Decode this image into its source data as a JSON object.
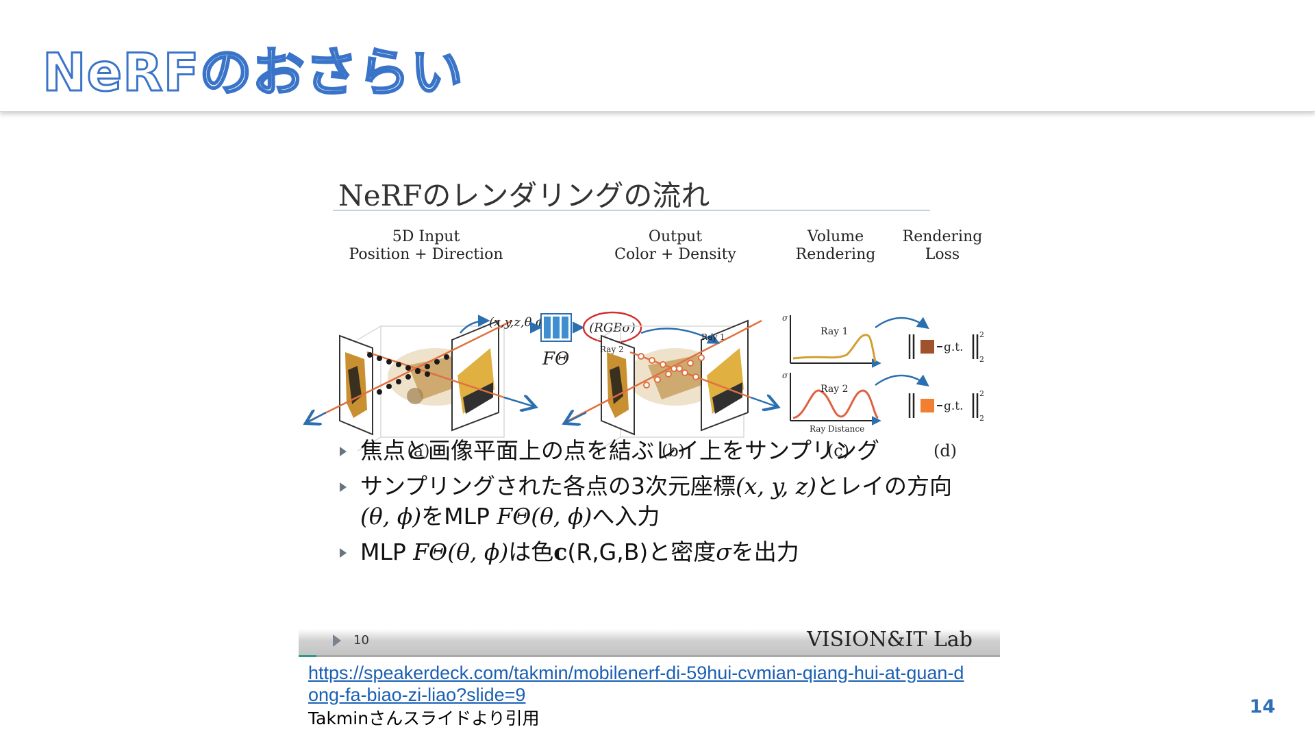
{
  "slide": {
    "title": "NeRFのおさらい",
    "page_number": "14"
  },
  "embedded_slide": {
    "title": "NeRFのレンダリングの流れ",
    "figure": {
      "col_a_title_1": "5D Input",
      "col_a_title_2": "Position + Direction",
      "col_b_title_1": "Output",
      "col_b_title_2": "Color + Density",
      "col_c_title_1": "Volume",
      "col_c_title_2": "Rendering",
      "col_d_title_1": "Rendering",
      "col_d_title_2": "Loss",
      "input_tuple": "(x,y,z,θ,ϕ)",
      "output_tuple": "(RGBσ)",
      "network_symbol": "FΘ",
      "ray1": "Ray 1",
      "ray2": "Ray 2",
      "sigma": "σ",
      "ray_distance": "Ray Distance",
      "gt": "g.t.",
      "norm_sub": "2",
      "norm_sup": "2",
      "caption_a": "(a)",
      "caption_b": "(b)",
      "caption_c": "(c)",
      "caption_d": "(d)",
      "colors": {
        "ray_orange": "#e07040",
        "arrow_blue": "#2a6fb0",
        "curve_ray1": "#d0a030",
        "curve_ray2": "#e06040",
        "loss_square_1": "#a0522d",
        "loss_square_2": "#f08030"
      }
    },
    "bullets": [
      {
        "text": "焦点と画像平面上の点を結ぶレイ上をサンプリング"
      },
      {
        "part1": "サンプリングされた各点の3次元座標",
        "math1": "(x, y, z)",
        "part2": "とレイの方向",
        "math2": "(θ, ϕ)",
        "part3": "をMLP ",
        "math3": "FΘ(θ, ϕ)",
        "part4": "へ入力"
      },
      {
        "part1": "MLP ",
        "math1": "FΘ(θ, ϕ)",
        "part2": "は色",
        "bold": "c",
        "part3": "(R,G,B)と密度",
        "math2": "σ",
        "part4": "を出力"
      }
    ],
    "footer": {
      "page_number": "10",
      "logo": "VISION&IT Lab"
    }
  },
  "citation": {
    "url": "https://speakerdeck.com/takmin/mobilenerf-di-59hui-cvmian-qiang-hui-at-guan-dong-fa-biao-zi-liao?slide=9",
    "note": "Takminさんスライドより引用"
  }
}
